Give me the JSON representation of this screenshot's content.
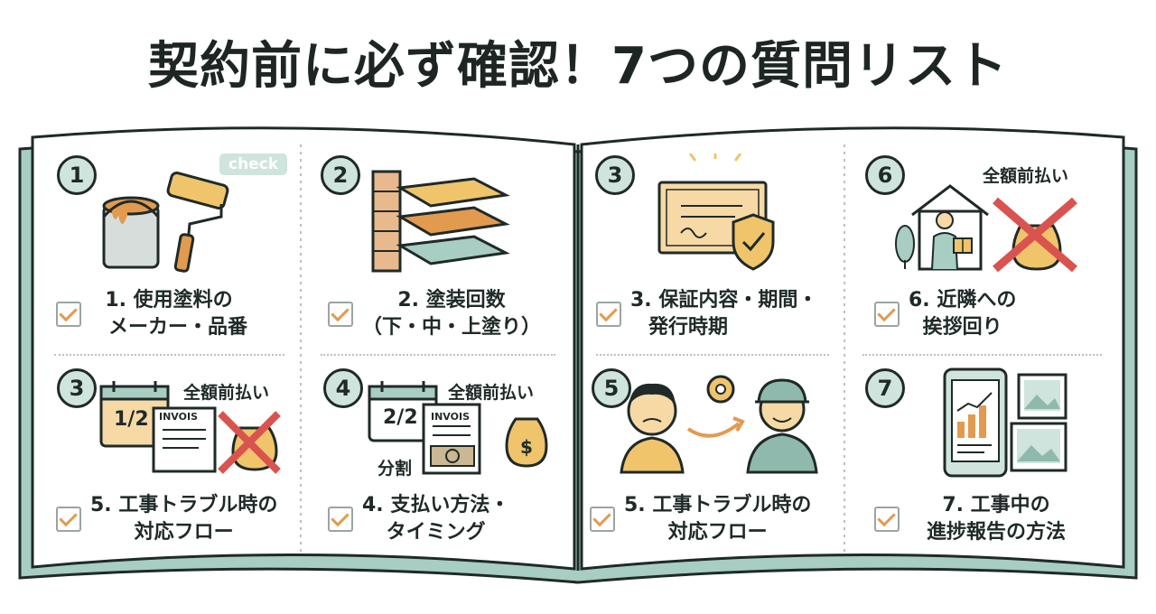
{
  "title": "契約前に必ず確認！7つの質問リスト",
  "check_tag": "check",
  "cards": [
    {
      "badge": "1",
      "label1": "1. 使用塗料の",
      "label2": "メーカー・品番"
    },
    {
      "badge": "2",
      "label1": "2. 塗装回数",
      "label2": "（下・中・上塗り）"
    },
    {
      "badge": "3",
      "label1": "3. 保証内容・期間・",
      "label2": "発行時期"
    },
    {
      "badge": "6",
      "label1": "6. 近隣への",
      "label2": "挨拶回り",
      "tag": "全額前払い"
    },
    {
      "badge": "3",
      "label1": "5. 工事トラブル時の",
      "label2": "対応フロー",
      "tag": "全額前払い",
      "doc": "INVOIS",
      "fraction": "1/2"
    },
    {
      "badge": "4",
      "label1": "4. 支払い方法・",
      "label2": "タイミング",
      "tag": "全額前払い",
      "doc": "INVOIS",
      "fraction": "2/2",
      "split": "分割"
    },
    {
      "badge": "5",
      "label1": "5. 工事トラブル時の",
      "label2": "対応フロー"
    },
    {
      "badge": "7",
      "label1": "7. 工事中の",
      "label2": "進捗報告の方法"
    }
  ],
  "colors": {
    "mint": "#cfe4dc",
    "teal": "#8fb9ad",
    "orange": "#e29a4f",
    "red": "#d9534f",
    "dark": "#1f2a28"
  }
}
